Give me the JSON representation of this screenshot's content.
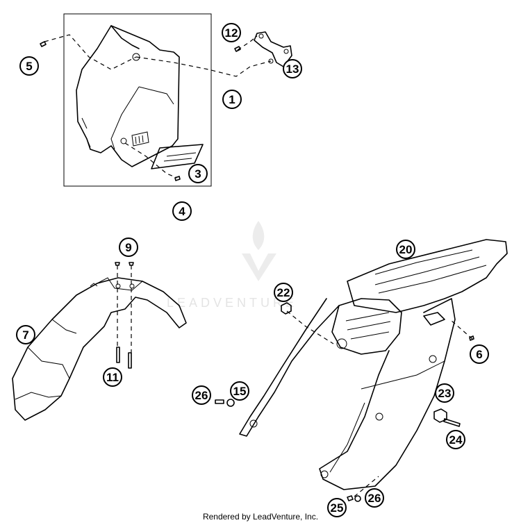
{
  "watermark": {
    "text": "LEADVENTURE"
  },
  "footer": {
    "credit": "Rendered by LeadVenture, Inc."
  },
  "callouts": [
    {
      "key": "p1",
      "label": "1"
    },
    {
      "key": "p3",
      "label": "3"
    },
    {
      "key": "p4",
      "label": "4"
    },
    {
      "key": "p5",
      "label": "5"
    },
    {
      "key": "p6",
      "label": "6"
    },
    {
      "key": "p7",
      "label": "7"
    },
    {
      "key": "p9",
      "label": "9"
    },
    {
      "key": "p11",
      "label": "11"
    },
    {
      "key": "p12",
      "label": "12"
    },
    {
      "key": "p13",
      "label": "13"
    },
    {
      "key": "p15",
      "label": "15"
    },
    {
      "key": "p20",
      "label": "20"
    },
    {
      "key": "p22",
      "label": "22"
    },
    {
      "key": "p23",
      "label": "23"
    },
    {
      "key": "p24",
      "label": "24"
    },
    {
      "key": "p25",
      "label": "25"
    },
    {
      "key": "p26a",
      "label": "26"
    },
    {
      "key": "p26b",
      "label": "26"
    }
  ]
}
